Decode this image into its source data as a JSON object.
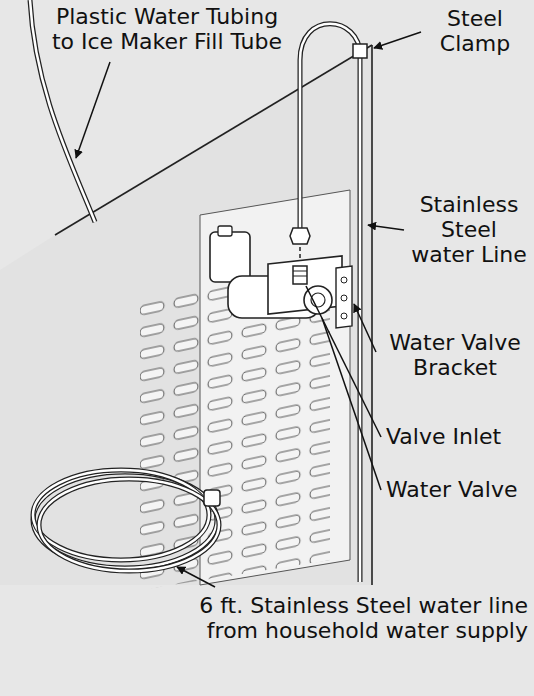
{
  "diagram": {
    "labels": [
      "Plastic Water Tubing to Ice Maker Fill Tube",
      "Steel Clamp",
      "Stainless Steel water Line",
      "Water Valve Bracket",
      "Valve Inlet",
      "Water Valve",
      "6 ft. Stainless Steel water line from household water supply"
    ]
  }
}
